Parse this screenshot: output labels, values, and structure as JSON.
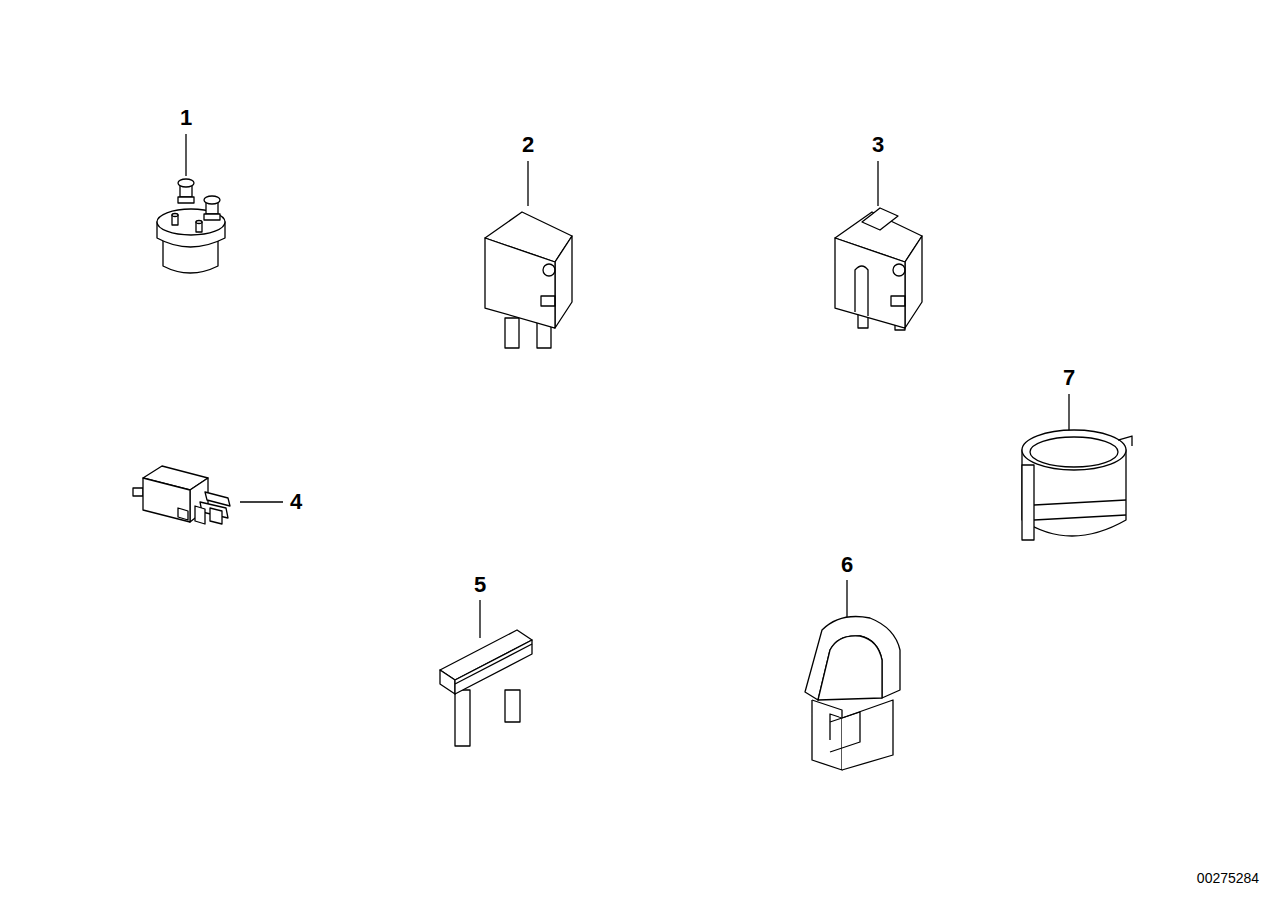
{
  "diagram": {
    "labels": [
      "1",
      "2",
      "3",
      "4",
      "5",
      "6",
      "7",
      "00275284"
    ]
  }
}
